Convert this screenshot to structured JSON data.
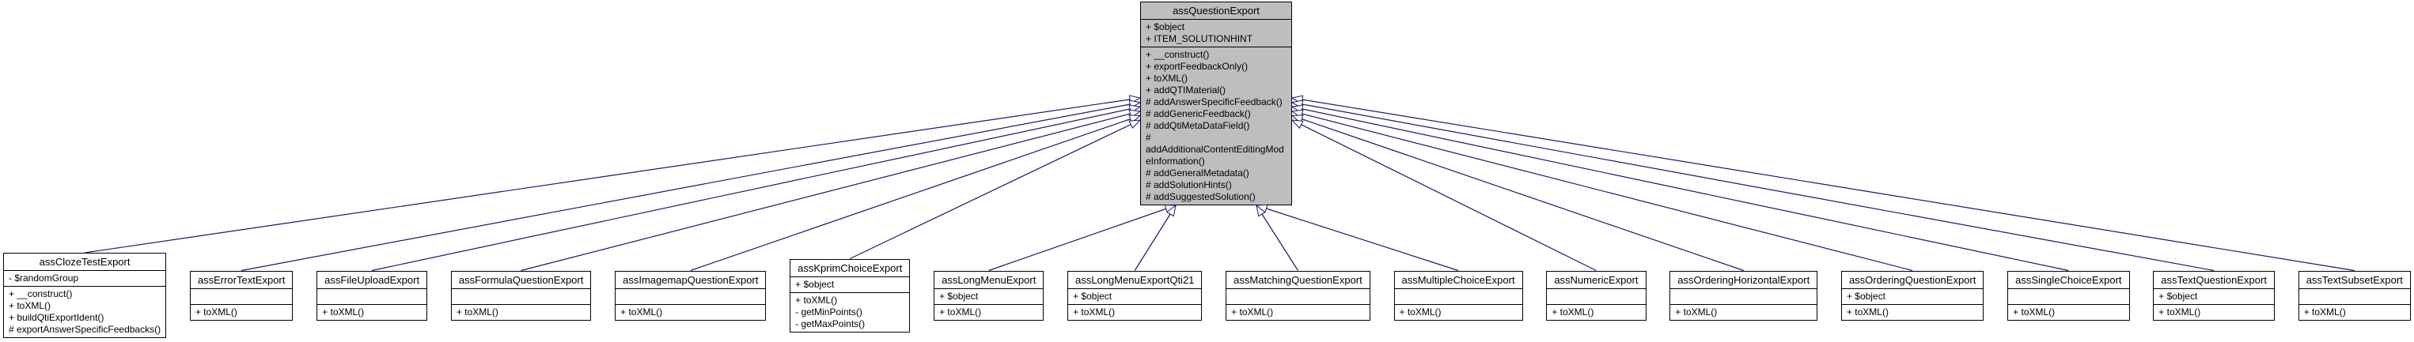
{
  "diagram": {
    "kind": "uml-inheritance-graph",
    "colors": {
      "base_class_fill": "#bebebe",
      "subclass_fill": "#ffffff",
      "box_border": "#000000",
      "edge_color": "#191970"
    },
    "base_class": {
      "name": "assQuestionExport",
      "attributes": [
        "+ $object",
        "+ ITEM_SOLUTIONHINT"
      ],
      "methods": [
        "+ __construct()",
        "+ exportFeedbackOnly()",
        "+ toXML()",
        "+ addQTIMaterial()",
        "# addAnswerSpecificFeedback()",
        "# addGenericFeedback()",
        "# addQtiMetaDataField()",
        "# addAdditionalContentEditingModeInformation()",
        "# addGeneralMetadata()",
        "# addSolutionHints()",
        "# addSuggestedSolution()"
      ]
    },
    "subclasses": [
      {
        "name": "assClozeTestExport",
        "attributes": [
          "- $randomGroup"
        ],
        "methods": [
          "+ __construct()",
          "+ toXML()",
          "+ buildQtiExportIdent()",
          "# exportAnswerSpecificFeedbacks()"
        ]
      },
      {
        "name": "assErrorTextExport",
        "attributes": [],
        "methods": [
          "+ toXML()"
        ]
      },
      {
        "name": "assFileUploadExport",
        "attributes": [],
        "methods": [
          "+ toXML()"
        ]
      },
      {
        "name": "assFormulaQuestionExport",
        "attributes": [],
        "methods": [
          "+ toXML()"
        ]
      },
      {
        "name": "assImagemapQuestionExport",
        "attributes": [],
        "methods": [
          "+ toXML()"
        ]
      },
      {
        "name": "assKprimChoiceExport",
        "attributes": [
          "+ $object"
        ],
        "methods": [
          "+ toXML()",
          "- getMinPoints()",
          "- getMaxPoints()"
        ]
      },
      {
        "name": "assLongMenuExport",
        "attributes": [
          "+ $object"
        ],
        "methods": [
          "+ toXML()"
        ]
      },
      {
        "name": "assLongMenuExportQti21",
        "attributes": [
          "+ $object"
        ],
        "methods": [
          "+ toXML()"
        ]
      },
      {
        "name": "assMatchingQuestionExport",
        "attributes": [],
        "methods": [
          "+ toXML()"
        ]
      },
      {
        "name": "assMultipleChoiceExport",
        "attributes": [],
        "methods": [
          "+ toXML()"
        ]
      },
      {
        "name": "assNumericExport",
        "attributes": [],
        "methods": [
          "+ toXML()"
        ]
      },
      {
        "name": "assOrderingHorizontalExport",
        "attributes": [],
        "methods": [
          "+ toXML()"
        ]
      },
      {
        "name": "assOrderingQuestionExport",
        "attributes": [
          "+ $object"
        ],
        "methods": [
          "+ toXML()"
        ]
      },
      {
        "name": "assSingleChoiceExport",
        "attributes": [],
        "methods": [
          "+ toXML()"
        ]
      },
      {
        "name": "assTextQuestionExport",
        "attributes": [
          "+ $object"
        ],
        "methods": [
          "+ toXML()"
        ]
      },
      {
        "name": "assTextSubsetExport",
        "attributes": [],
        "methods": [
          "+ toXML()"
        ]
      }
    ]
  }
}
